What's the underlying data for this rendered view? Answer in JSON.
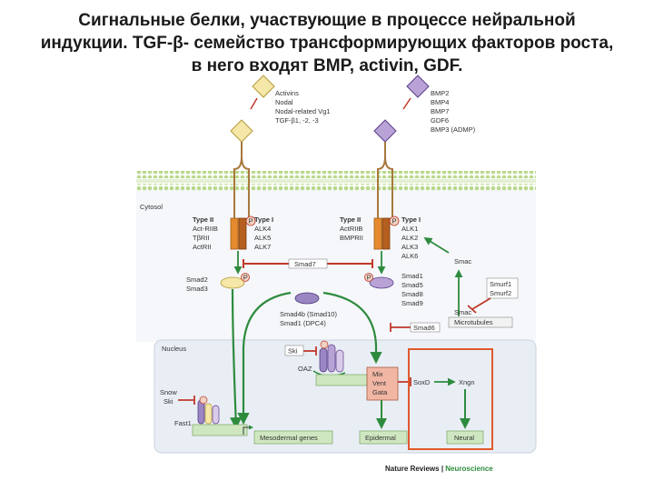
{
  "title": {
    "line1": "Сигнальные белки, участвующие в процессе  нейральной",
    "line2": "индукции. TGF-β- семейство трансформирующих факторов роста,",
    "line3": "в него входят BMP, activin, GDF."
  },
  "ligands": {
    "left": [
      "Activins",
      "Nodal",
      "Nodal-related Vg1",
      "TGF-β1, -2, -3"
    ],
    "right": [
      "BMP2",
      "BMP4",
      "BMP7",
      "GDF6",
      "BMP3 (ADMP)"
    ]
  },
  "compartments": {
    "cytosol": "Cytosol",
    "nucleus": "Nucleus"
  },
  "receptors": {
    "left_type2_title": "Type II",
    "left_type2": [
      "Act-RIIB",
      "TβRII",
      "ActRII"
    ],
    "left_type1_title": "Type I",
    "left_type1": [
      "ALK4",
      "ALK5",
      "ALK7"
    ],
    "right_type2_title": "Type II",
    "right_type2": [
      "ActRIIB",
      "BMPRII"
    ],
    "right_type1_title": "Type I",
    "right_type1": [
      "ALK1",
      "ALK2",
      "ALK3",
      "ALK6"
    ]
  },
  "phospho": "P",
  "smads": {
    "smad7": "Smad7",
    "left_rsmad": [
      "Smad2",
      "Smad3"
    ],
    "right_rsmad": [
      "Smad1",
      "Smad5",
      "Smad8",
      "Smad9"
    ],
    "co_smad": [
      "Smad4b (Smad10)",
      "Smad1 (DPC4)"
    ],
    "smad6": "Smad6"
  },
  "smurf": {
    "smac_top": "Smac",
    "smurf": [
      "Smurf1",
      "Smurf2"
    ],
    "smac_bottom": "Smac",
    "microtubules": "Microtubules"
  },
  "nuclear": {
    "ski": "Ski",
    "oaz": "OAZ",
    "snow_ski": [
      "Snow",
      "Ski"
    ],
    "fast1": "Fast1",
    "targets": [
      "Mix",
      "Vent",
      "Gata"
    ],
    "soxd": "SoxD",
    "xngn": "Xngn",
    "mesodermal": "Mesodermal genes",
    "epidermal": "Epidermal",
    "neural": "Neural"
  },
  "credit": {
    "source": "Nature Reviews",
    "sep": " | ",
    "journal": "Neuroscience"
  },
  "colors": {
    "membrane": "#b8d98a",
    "highlight": "#e05a2b",
    "arrow": "#2e8b3e",
    "inhibit": "#c0392b",
    "nucleus_bg": "#e9eef5"
  }
}
